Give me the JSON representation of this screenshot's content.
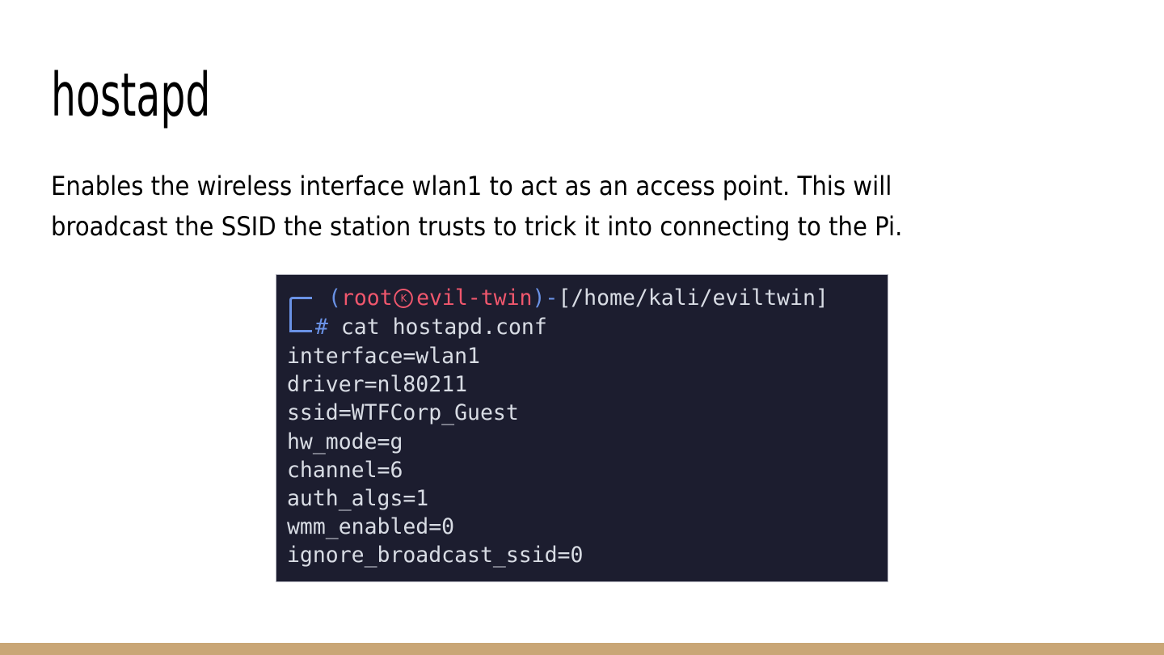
{
  "slide": {
    "title": "hostapd",
    "body_lines": [
      "Enables the wireless interface wlan1 to act as an access point. This will",
      "broadcast the SSID the station trusts to trick it into connecting to the Pi."
    ]
  },
  "terminal": {
    "prompt": {
      "open_paren": "(",
      "user": "root",
      "host_icon": "kali-dragon-icon",
      "host": "evil-twin",
      "close_paren": ")-",
      "path": "[/home/kali/eviltwin]",
      "symbol": "#",
      "command": "cat hostapd.conf"
    },
    "output_lines": [
      "interface=wlan1",
      "driver=nl80211",
      "ssid=WTFCorp_Guest",
      "hw_mode=g",
      "channel=6",
      "auth_algs=1",
      "wmm_enabled=0",
      "ignore_broadcast_ssid=0"
    ]
  },
  "colors": {
    "background": "#ffffff",
    "terminal_background": "#1c1d2f",
    "prompt_blue": "#6a92e6",
    "prompt_red": "#f0576d",
    "terminal_text": "#d8dce4",
    "bottom_bar": "#c9a676"
  }
}
